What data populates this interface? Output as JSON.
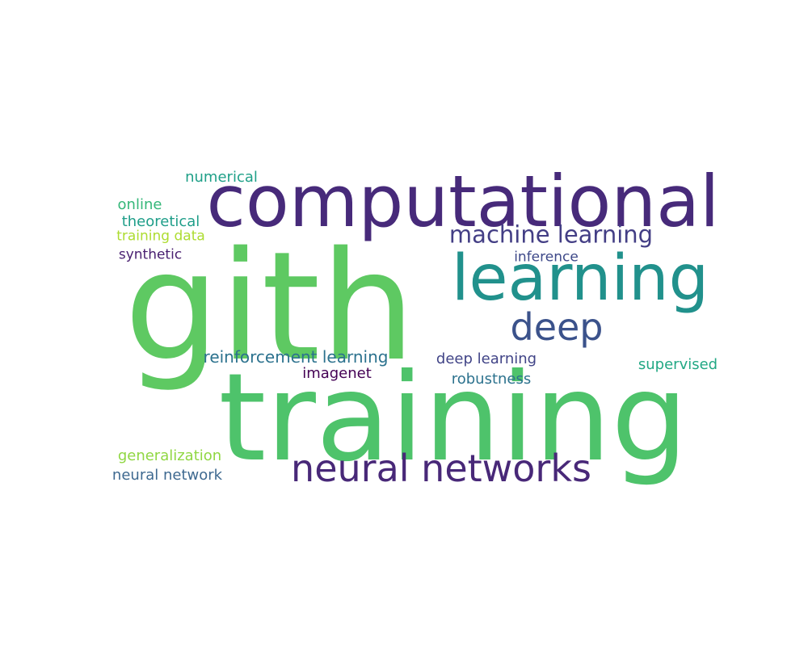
{
  "words": [
    {
      "text": "gith",
      "color": "#5ec962"
    },
    {
      "text": "training",
      "color": "#4ec36b"
    },
    {
      "text": "computational",
      "color": "#472a7a"
    },
    {
      "text": "learning",
      "color": "#21918c"
    },
    {
      "text": "neural networks",
      "color": "#482878"
    },
    {
      "text": "deep",
      "color": "#3b528b"
    },
    {
      "text": "machine learning",
      "color": "#433e85"
    },
    {
      "text": "reinforcement learning",
      "color": "#2c728e"
    },
    {
      "text": "deep learning",
      "color": "#414487"
    },
    {
      "text": "imagenet",
      "color": "#440154"
    },
    {
      "text": "robustness",
      "color": "#2c728e"
    },
    {
      "text": "supervised",
      "color": "#22a884"
    },
    {
      "text": "generalization",
      "color": "#90d743"
    },
    {
      "text": "neural network",
      "color": "#3e6990"
    },
    {
      "text": "numerical",
      "color": "#1fa088"
    },
    {
      "text": "online",
      "color": "#35b779"
    },
    {
      "text": "theoretical",
      "color": "#1f9e89"
    },
    {
      "text": "training data",
      "color": "#addc30"
    },
    {
      "text": "synthetic",
      "color": "#481f70"
    },
    {
      "text": "inference",
      "color": "#3e4989"
    }
  ]
}
